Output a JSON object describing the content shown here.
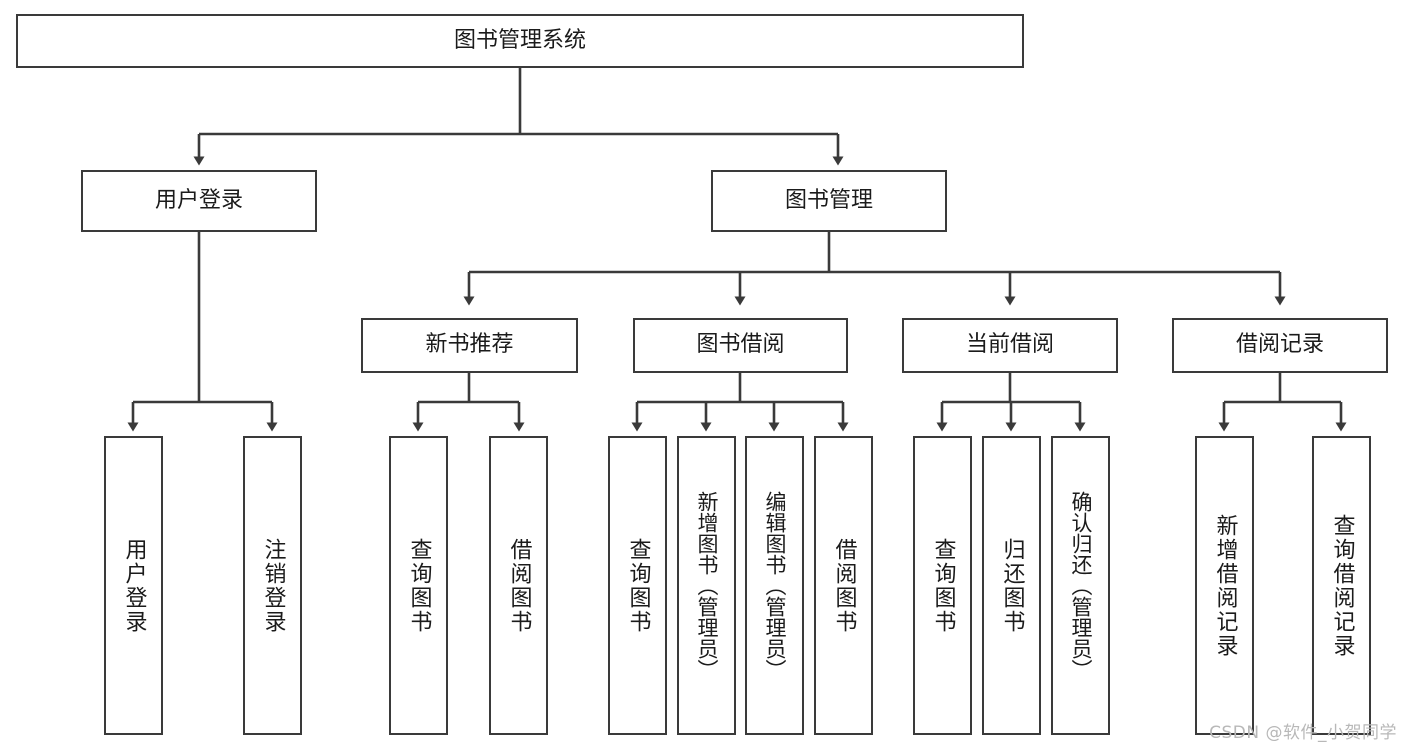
{
  "diagram": {
    "title": "图书管理系统",
    "type": "tree-hierarchy",
    "watermark": "CSDN @软件_小贺同学",
    "colors": {
      "background": "#ffffff",
      "node_border": "#3a3a3a",
      "node_fill": "#ffffff",
      "edge": "#3a3a3a",
      "text": "#1b1b1b",
      "watermark": "#b8b8b8"
    },
    "levels": {
      "root": {
        "label": "图书管理系统"
      },
      "level2": [
        {
          "id": "user-login",
          "label": "用户登录"
        },
        {
          "id": "book-manage",
          "label": "图书管理"
        }
      ],
      "level3": [
        {
          "id": "new-book-recommend",
          "label": "新书推荐"
        },
        {
          "id": "book-borrow",
          "label": "图书借阅"
        },
        {
          "id": "current-borrow",
          "label": "当前借阅"
        },
        {
          "id": "borrow-record",
          "label": "借阅记录"
        }
      ],
      "leaves": {
        "user_login": [
          {
            "id": "leaf-user-login",
            "label": "用户登录"
          },
          {
            "id": "leaf-logout-login",
            "label": "注销登录"
          }
        ],
        "new_book_recommend": [
          {
            "id": "leaf-query-book-1",
            "label": "查询图书"
          },
          {
            "id": "leaf-borrow-book-1",
            "label": "借阅图书"
          }
        ],
        "book_borrow": [
          {
            "id": "leaf-query-book-2",
            "label": "查询图书"
          },
          {
            "id": "leaf-add-book",
            "label": "新增图书（管理员）"
          },
          {
            "id": "leaf-edit-book",
            "label": "编辑图书（管理员）"
          },
          {
            "id": "leaf-borrow-book-2",
            "label": "借阅图书"
          }
        ],
        "current_borrow": [
          {
            "id": "leaf-query-book-3",
            "label": "查询图书"
          },
          {
            "id": "leaf-return-book",
            "label": "归还图书"
          },
          {
            "id": "leaf-confirm-return",
            "label": "确认归还（管理员）"
          }
        ],
        "borrow_record": [
          {
            "id": "leaf-add-record",
            "label": "新增借阅记录"
          },
          {
            "id": "leaf-query-record",
            "label": "查询借阅记录"
          }
        ]
      }
    }
  }
}
